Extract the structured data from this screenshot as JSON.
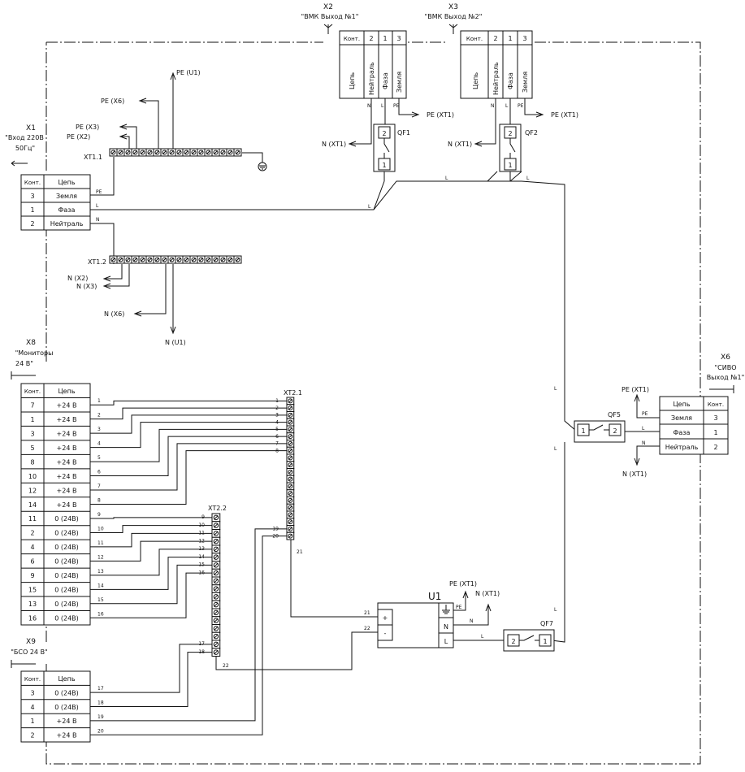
{
  "colors": {
    "line": "#111111",
    "background": "#ffffff"
  },
  "table_header": {
    "contact": "Конт.",
    "circuit": "Цепь"
  },
  "connectors": {
    "x1": {
      "designator": "X1",
      "title": "\"Вход 220В",
      "subtitle": "50Гц\"",
      "rows": [
        {
          "pin": "3",
          "circuit": "Земля",
          "wire": "PE"
        },
        {
          "pin": "1",
          "circuit": "Фаза",
          "wire": "L"
        },
        {
          "pin": "2",
          "circuit": "Нейтраль",
          "wire": "N"
        }
      ]
    },
    "x2": {
      "designator": "X2",
      "title": "\"ВМК Выход №1\"",
      "pins": [
        "2",
        "1",
        "3"
      ],
      "circuits": [
        "Нейтраль",
        "Фаза",
        "Земля"
      ],
      "wires": [
        "N",
        "L",
        "PE"
      ]
    },
    "x3": {
      "designator": "X3",
      "title": "\"ВМК Выход №2\"",
      "pins": [
        "2",
        "1",
        "3"
      ],
      "circuits": [
        "Нейтраль",
        "Фаза",
        "Земля"
      ],
      "wires": [
        "N",
        "L",
        "PE"
      ]
    },
    "x6": {
      "designator": "X6",
      "title": "\"СИВО",
      "subtitle": "Выход №1\"",
      "rows": [
        {
          "pin": "3",
          "circuit": "Земля",
          "wire": "PE"
        },
        {
          "pin": "1",
          "circuit": "Фаза",
          "wire": "L"
        },
        {
          "pin": "2",
          "circuit": "Нейтраль",
          "wire": "N"
        }
      ]
    },
    "x8": {
      "designator": "X8",
      "title": "\"Мониторы",
      "subtitle": "24 В\"",
      "rows": [
        {
          "pin": "7",
          "circuit": "+24 В",
          "wire": "1"
        },
        {
          "pin": "1",
          "circuit": "+24 В",
          "wire": "2"
        },
        {
          "pin": "3",
          "circuit": "+24 В",
          "wire": "3"
        },
        {
          "pin": "5",
          "circuit": "+24 В",
          "wire": "4"
        },
        {
          "pin": "8",
          "circuit": "+24 В",
          "wire": "5"
        },
        {
          "pin": "10",
          "circuit": "+24 В",
          "wire": "6"
        },
        {
          "pin": "12",
          "circuit": "+24 В",
          "wire": "7"
        },
        {
          "pin": "14",
          "circuit": "+24 В",
          "wire": "8"
        },
        {
          "pin": "11",
          "circuit": "0 (24В)",
          "wire": "9"
        },
        {
          "pin": "2",
          "circuit": "0 (24В)",
          "wire": "10"
        },
        {
          "pin": "4",
          "circuit": "0 (24В)",
          "wire": "11"
        },
        {
          "pin": "6",
          "circuit": "0 (24В)",
          "wire": "12"
        },
        {
          "pin": "9",
          "circuit": "0 (24В)",
          "wire": "13"
        },
        {
          "pin": "15",
          "circuit": "0 (24В)",
          "wire": "14"
        },
        {
          "pin": "13",
          "circuit": "0 (24В)",
          "wire": "15"
        },
        {
          "pin": "16",
          "circuit": "0 (24В)",
          "wire": "16"
        }
      ]
    },
    "x9": {
      "designator": "X9",
      "title": "\"БСО 24 В\"",
      "rows": [
        {
          "pin": "3",
          "circuit": "0 (24В)",
          "wire": "17"
        },
        {
          "pin": "4",
          "circuit": "0 (24В)",
          "wire": "18"
        },
        {
          "pin": "1",
          "circuit": "+24 В",
          "wire": "19"
        },
        {
          "pin": "2",
          "circuit": "+24 В",
          "wire": "20"
        }
      ]
    }
  },
  "terminal_blocks": {
    "xt11": "XT1.1",
    "xt12": "XT1.2",
    "xt21": "XT2.1",
    "xt22": "XT2.2"
  },
  "breakers": {
    "qf1": {
      "name": "QF1",
      "in": "1",
      "out": "2"
    },
    "qf2": {
      "name": "QF2",
      "in": "1",
      "out": "2"
    },
    "qf5": {
      "name": "QF5",
      "in": "1",
      "out": "2"
    },
    "qf7": {
      "name": "QF7",
      "in": "1",
      "out": "2"
    }
  },
  "psu": {
    "name": "U1",
    "plus": "+",
    "minus": "-",
    "n": "N",
    "l": "L",
    "pe_wire": "PE",
    "n_wire": "N",
    "l_wire": "L",
    "out_plus_wire": "21",
    "out_minus_wire": "22"
  },
  "refs": {
    "pe_u1": "PE (U1)",
    "pe_x6": "PE (X6)",
    "pe_x3": "PE (X3)",
    "pe_x2": "PE (X2)",
    "n_x2": "N (X2)",
    "n_x3": "N (X3)",
    "n_x6": "N (X6)",
    "n_u1": "N (U1)",
    "pe_xt1": "PE (XT1)",
    "n_xt1": "N (XT1)"
  },
  "wire_labels": {
    "l": "L",
    "n": "N",
    "pe": "PE",
    "w21": "21",
    "w22": "22"
  },
  "xt21_terminals": [
    "1",
    "2",
    "3",
    "4",
    "5",
    "6",
    "7",
    "8",
    "",
    "",
    "",
    "",
    "",
    "",
    "",
    "",
    "",
    "",
    "19",
    "20"
  ],
  "xt22_terminals": [
    "9",
    "10",
    "11",
    "12",
    "13",
    "14",
    "15",
    "16",
    "",
    "",
    "",
    "",
    "",
    "",
    "",
    "",
    "17",
    "18"
  ]
}
